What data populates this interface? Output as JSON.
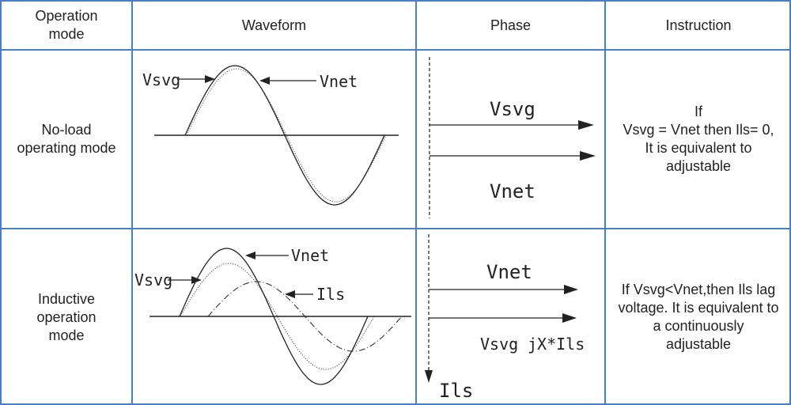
{
  "header": {
    "mode": [
      "Operation",
      "mode"
    ],
    "waveform": "Waveform",
    "phase": "Phase",
    "instruction": "Instruction"
  },
  "rows": [
    {
      "mode": [
        "No-load",
        "operating mode"
      ],
      "waveform_labels": {
        "vsvg": "Vsvg",
        "vnet": "Vnet"
      },
      "phase_labels": {
        "vsvg": "Vsvg",
        "vnet": "Vnet"
      },
      "instruction": [
        "If",
        "Vsvg = Vnet then Ils= 0,",
        "It is equivalent to",
        "adjustable"
      ]
    },
    {
      "mode": [
        "Inductive",
        "operation",
        "mode"
      ],
      "waveform_labels": {
        "vnet": "Vnet",
        "vsvg": "Vsvg",
        "ils": "Ils"
      },
      "phase_labels": {
        "vnet": "Vnet",
        "vsvg": "Vsvg",
        "jx": "jX*Ils",
        "ils": "Ils"
      },
      "instruction": [
        "If Vsvg<Vnet,then Ils lag",
        "voltage. It is equivalent to",
        "a continuously",
        "adjustable"
      ]
    }
  ],
  "colors": {
    "border": "#4a7fc1",
    "text": "#222222"
  }
}
